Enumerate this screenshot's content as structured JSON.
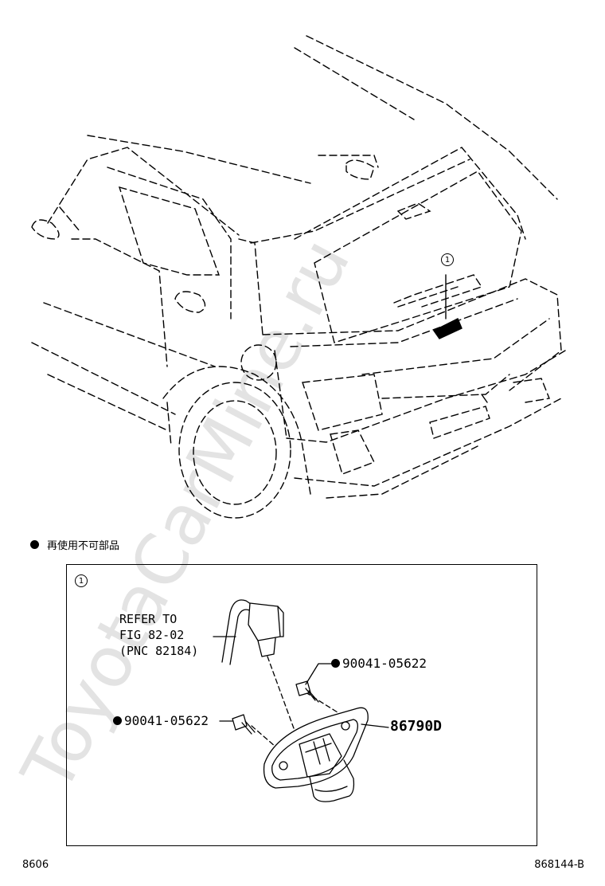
{
  "watermark": {
    "text": "ToyotaCarMine.ru"
  },
  "legend": {
    "text": "再使用不可部品"
  },
  "callout": {
    "index": "1"
  },
  "detail": {
    "index": "1",
    "refer_lines": [
      "REFER TO",
      "FIG 82-02",
      "(PNC 82184)"
    ],
    "parts": {
      "bolt_upper": "90041-05622",
      "bolt_left": "90041-05622",
      "lamp": "86790D"
    }
  },
  "footer": {
    "left": "8606",
    "right": "868144-B"
  }
}
